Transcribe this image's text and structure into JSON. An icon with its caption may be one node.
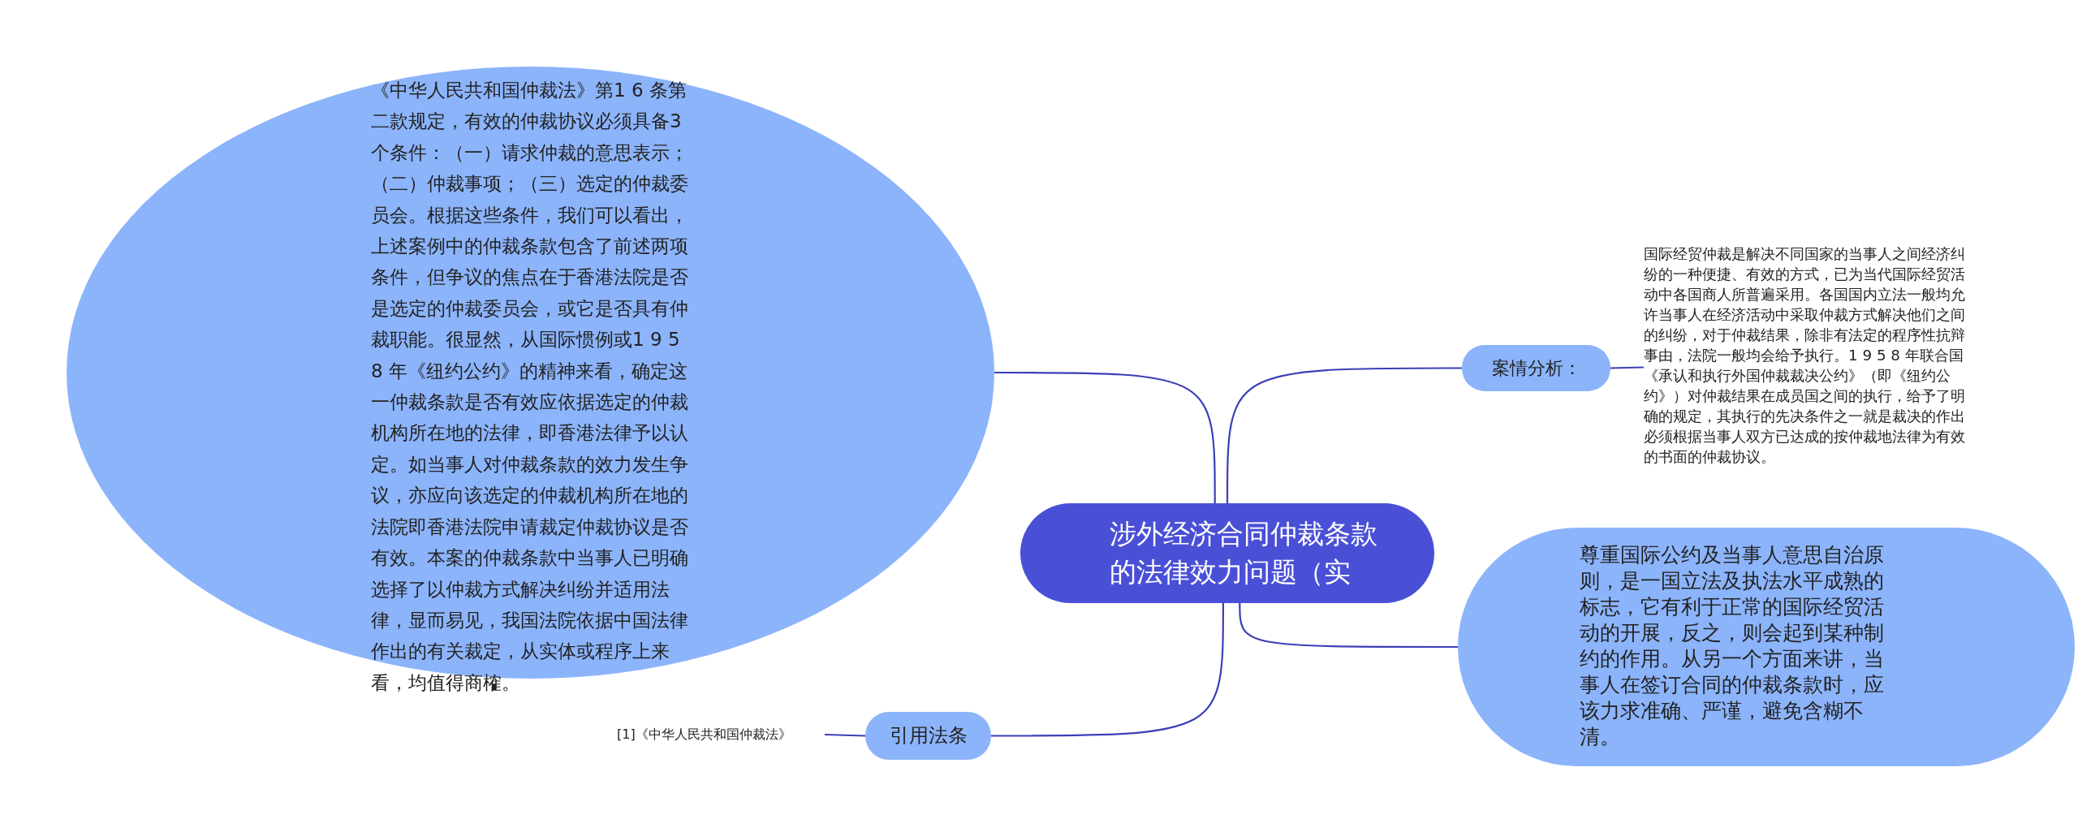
{
  "diagram": {
    "nodes": [
      {
        "text": [
          "涉外经济合同仲裁条款的法律效力问题（实"
        ]
      },
      {
        "text": [
          "《中华人民共和国仲裁法》第1 6 条第二款规定，有效的仲裁协议必须具备3 个条件：（一）请求仲裁的意思表示；（二）仲裁事项；（三）选定的仲裁委员会。根据这些条件，我们可以看出，上述案例中的仲裁条款包含了前述两项条件，但争议的焦点在于香港法院是否是选定的仲裁委员会，或它是否具有仲裁职能。很显然，从国际惯例或1 9 5 8 年《纽约公约》的精神来看，确定这一仲裁条款是否有效应依据选定的仲裁机构所在地的法律，即香港法律予以认定。如当事人对仲裁条款的效力发生争议，亦应向该选定的仲裁机构所在地的法院即香港法院申请裁定仲裁协议是否有效。本案的仲裁条款中当事人已明确选择了以仲裁方式解决纠纷并适用法律，显而易见，我国法院依据中国法律作出的有关裁定，从实体或程序上来看，均值得商榷。"
        ]
      },
      {
        "text": [
          "案情分析："
        ]
      },
      {
        "text": [
          "国际经贸仲裁是解决不同国家的当事人之间经济纠纷的一种便捷、有效的方式，已为当代国际经贸活动中各国商人所普遍采用。各国国内立法一般均允许当事人在经济活动中采取仲裁方式解决他们之间的纠纷，对于仲裁结果，除非有法定的程序性抗辩事由，法院一般均会给予执行。1 9 5 8 年联合国《承认和执行外国仲裁裁决公约》（即《纽约公约》）对仲裁结果在成员国之间的执行，给予了明确的规定，其执行的先决条件之一就是裁决的作出必须根据当事人双方已达成的按仲裁地法律为有效的书面的仲裁协议。"
        ]
      },
      {
        "text": [
          "尊重国际公约及当事人意思自治原则，是一国立法及执法水平成熟的标志，它有利于正常的国际经贸活动的开展，反之，则会起到某种制约的作用。从另一个方面来讲，当事人在签订合同的仲裁条款时，应该力求准确、严谨，避免含糊不清。"
        ]
      },
      {
        "text": [
          "引用法条"
        ]
      },
      {
        "text": [
          "[1]《中华人民共和国仲裁法》"
        ]
      }
    ],
    "edges": [
      {
        "from": 0,
        "to": 1,
        "arrow": "none"
      },
      {
        "from": 0,
        "to": 2,
        "arrow": "none"
      },
      {
        "from": 2,
        "to": 3,
        "arrow": "none"
      },
      {
        "from": 0,
        "to": 4,
        "arrow": "none"
      },
      {
        "from": 0,
        "to": 5,
        "arrow": "none"
      },
      {
        "from": 5,
        "to": 6,
        "arrow": "none"
      }
    ]
  }
}
